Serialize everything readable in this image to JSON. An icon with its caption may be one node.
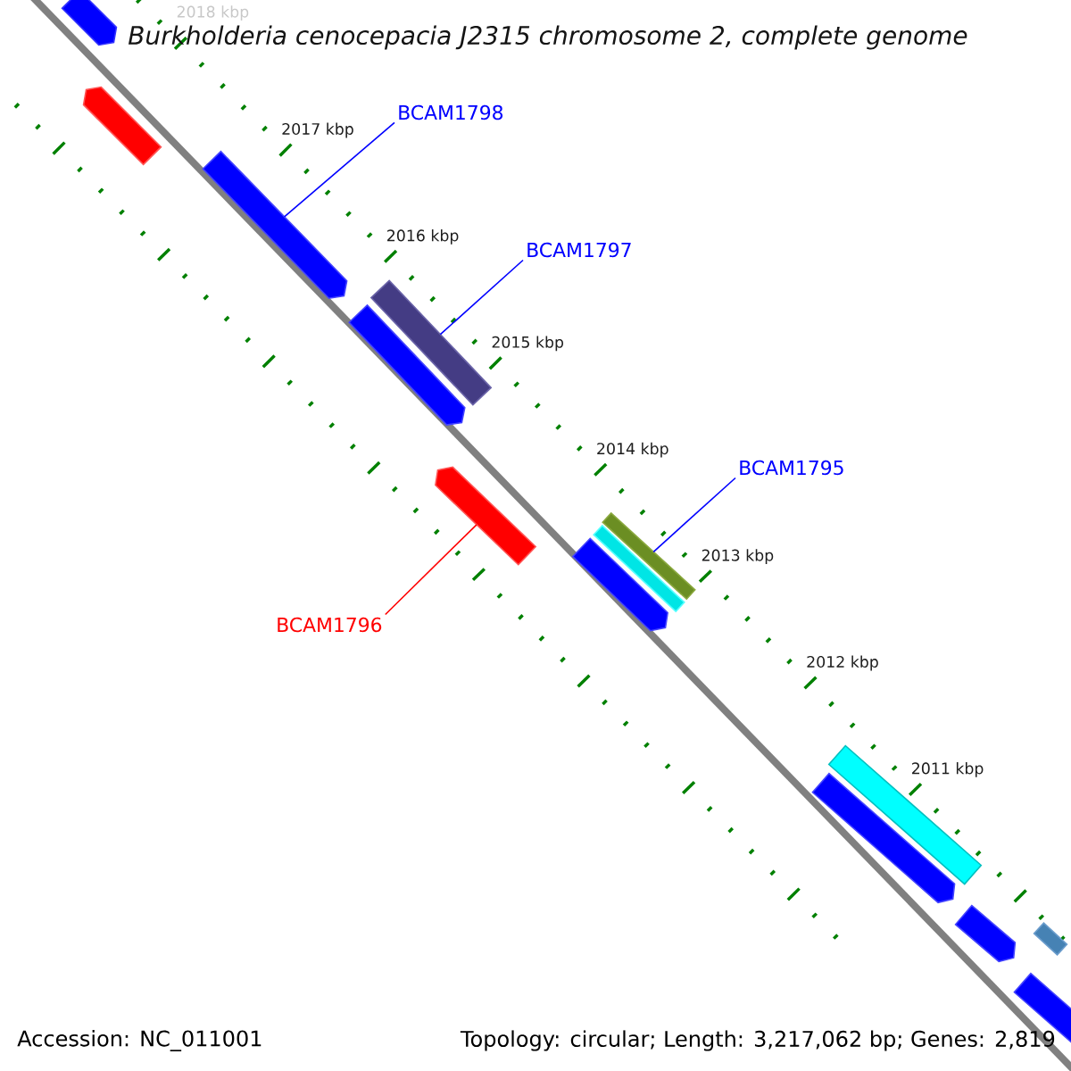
{
  "diagram": {
    "title": "Burkholderia cenocepacia J2315 chromosome 2, complete genome",
    "nodes": [
      {
        "text": [],
        "shape": "arrow"
      },
      {
        "text": [],
        "shape": "arrow"
      },
      {
        "text": [
          "BCAM1798"
        ]
      },
      {
        "text": [],
        "shape": "arrow"
      },
      {
        "text": [
          "BCAM1797"
        ]
      },
      {
        "text": [],
        "shape": "bar"
      },
      {
        "text": [],
        "shape": "arrow"
      },
      {
        "text": [],
        "shape": "arrow"
      },
      {
        "text": [
          "BCAM1795"
        ]
      },
      {
        "text": [],
        "shape": "bar"
      },
      {
        "text": [],
        "shape": "bar"
      },
      {
        "text": [],
        "shape": "arrow"
      },
      {
        "text": [
          "BCAM1796"
        ]
      },
      {
        "text": [],
        "shape": "bar"
      },
      {
        "text": [],
        "shape": "arrow"
      },
      {
        "text": [],
        "shape": "arrow"
      },
      {
        "text": [],
        "shape": "bar"
      },
      {
        "text": [],
        "shape": "arrow"
      }
    ],
    "edges": [
      {
        "from": 2,
        "to": 3,
        "arrow": "none"
      },
      {
        "from": 4,
        "to": 5,
        "arrow": "none"
      },
      {
        "from": 8,
        "to": 9,
        "arrow": "none"
      },
      {
        "from": 12,
        "to": 7,
        "arrow": "none",
        "color": "#ff0000"
      }
    ],
    "labels": [
      "2018 kbp",
      "2017 kbp",
      "2016 kbp",
      "2015 kbp",
      "2014 kbp",
      "2013 kbp",
      "2012 kbp",
      "2011 kbp",
      "Accession: NC_011001",
      "Topology: circular; Length: 3,217,062 bp; Genes: 2,819"
    ]
  }
}
